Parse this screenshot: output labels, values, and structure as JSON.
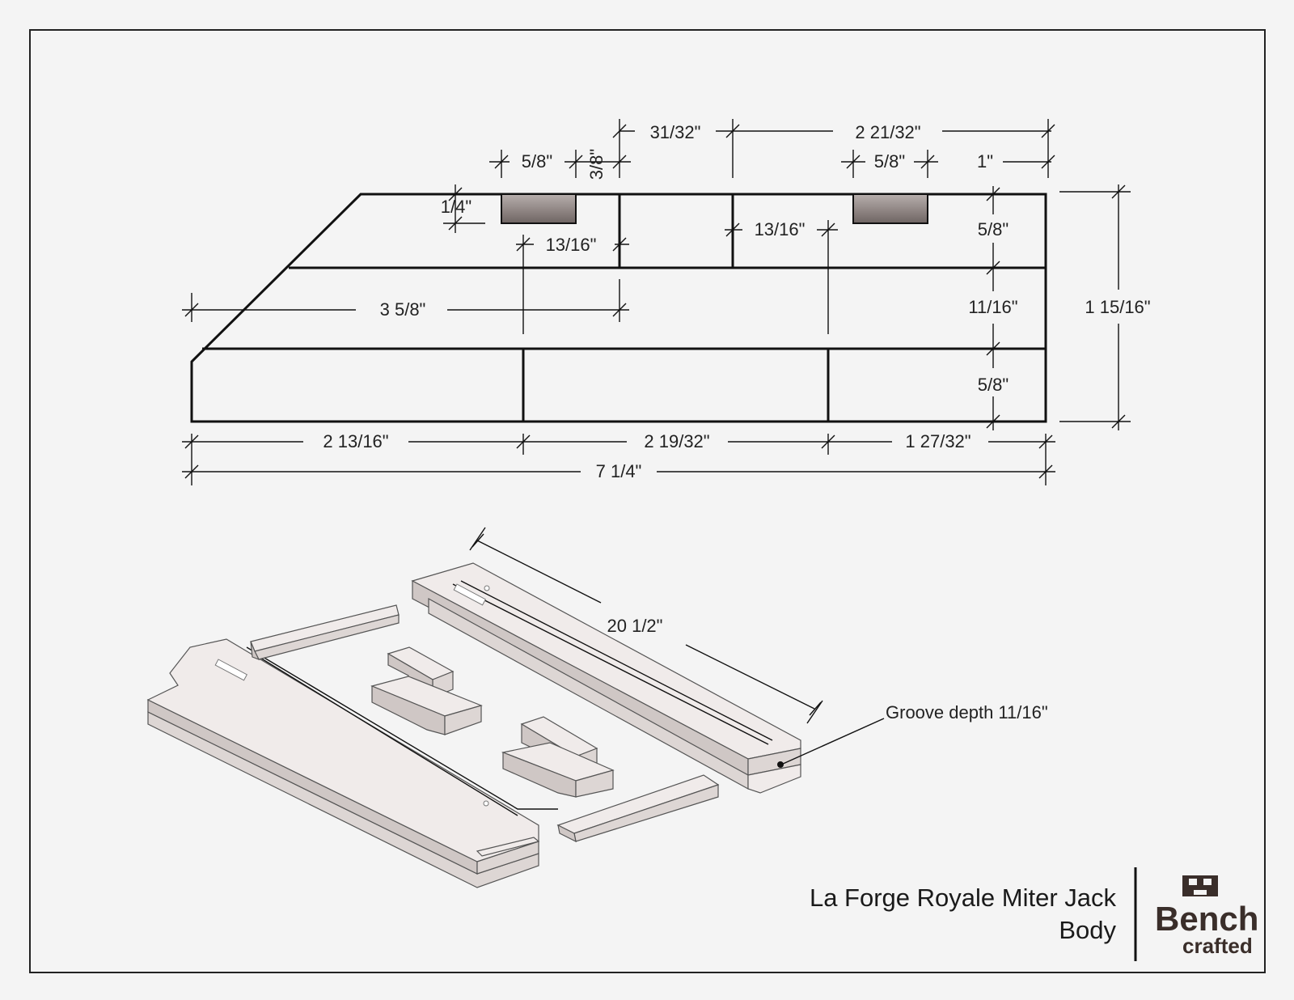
{
  "sheet": {
    "title_line1": "La Forge Royale Miter Jack",
    "title_line2": "Body",
    "logo_word1": "Bench",
    "logo_word2": "crafted"
  },
  "dimensions": {
    "top_31_32": "31/32\"",
    "top_2_21_32": "2 21/32\"",
    "top_5_8_left": "5/8\"",
    "top_3_8": "3/8\"",
    "top_5_8_right": "5/8\"",
    "top_1": "1\"",
    "left_1_4": "1/4\"",
    "mid_13_16_a": "13/16\"",
    "mid_13_16_b": "13/16\"",
    "right_5_8_top": "5/8\"",
    "right_11_16": "11/16\"",
    "right_5_8_bottom": "5/8\"",
    "overall_height": "1 15/16\"",
    "left_3_5_8": "3 5/8\"",
    "bottom_2_13_16": "2 13/16\"",
    "bottom_2_19_32": "2 19/32\"",
    "bottom_1_27_32": "1 27/32\"",
    "overall_width": "7 1/4\"",
    "length_20_1_2": "20 1/2\"",
    "groove_note": "Groove depth 11/16\""
  },
  "colors": {
    "ink": "#111111",
    "inlay": "#8e8482",
    "paper": "#f4f4f4",
    "logo": "#3a2e2a"
  }
}
